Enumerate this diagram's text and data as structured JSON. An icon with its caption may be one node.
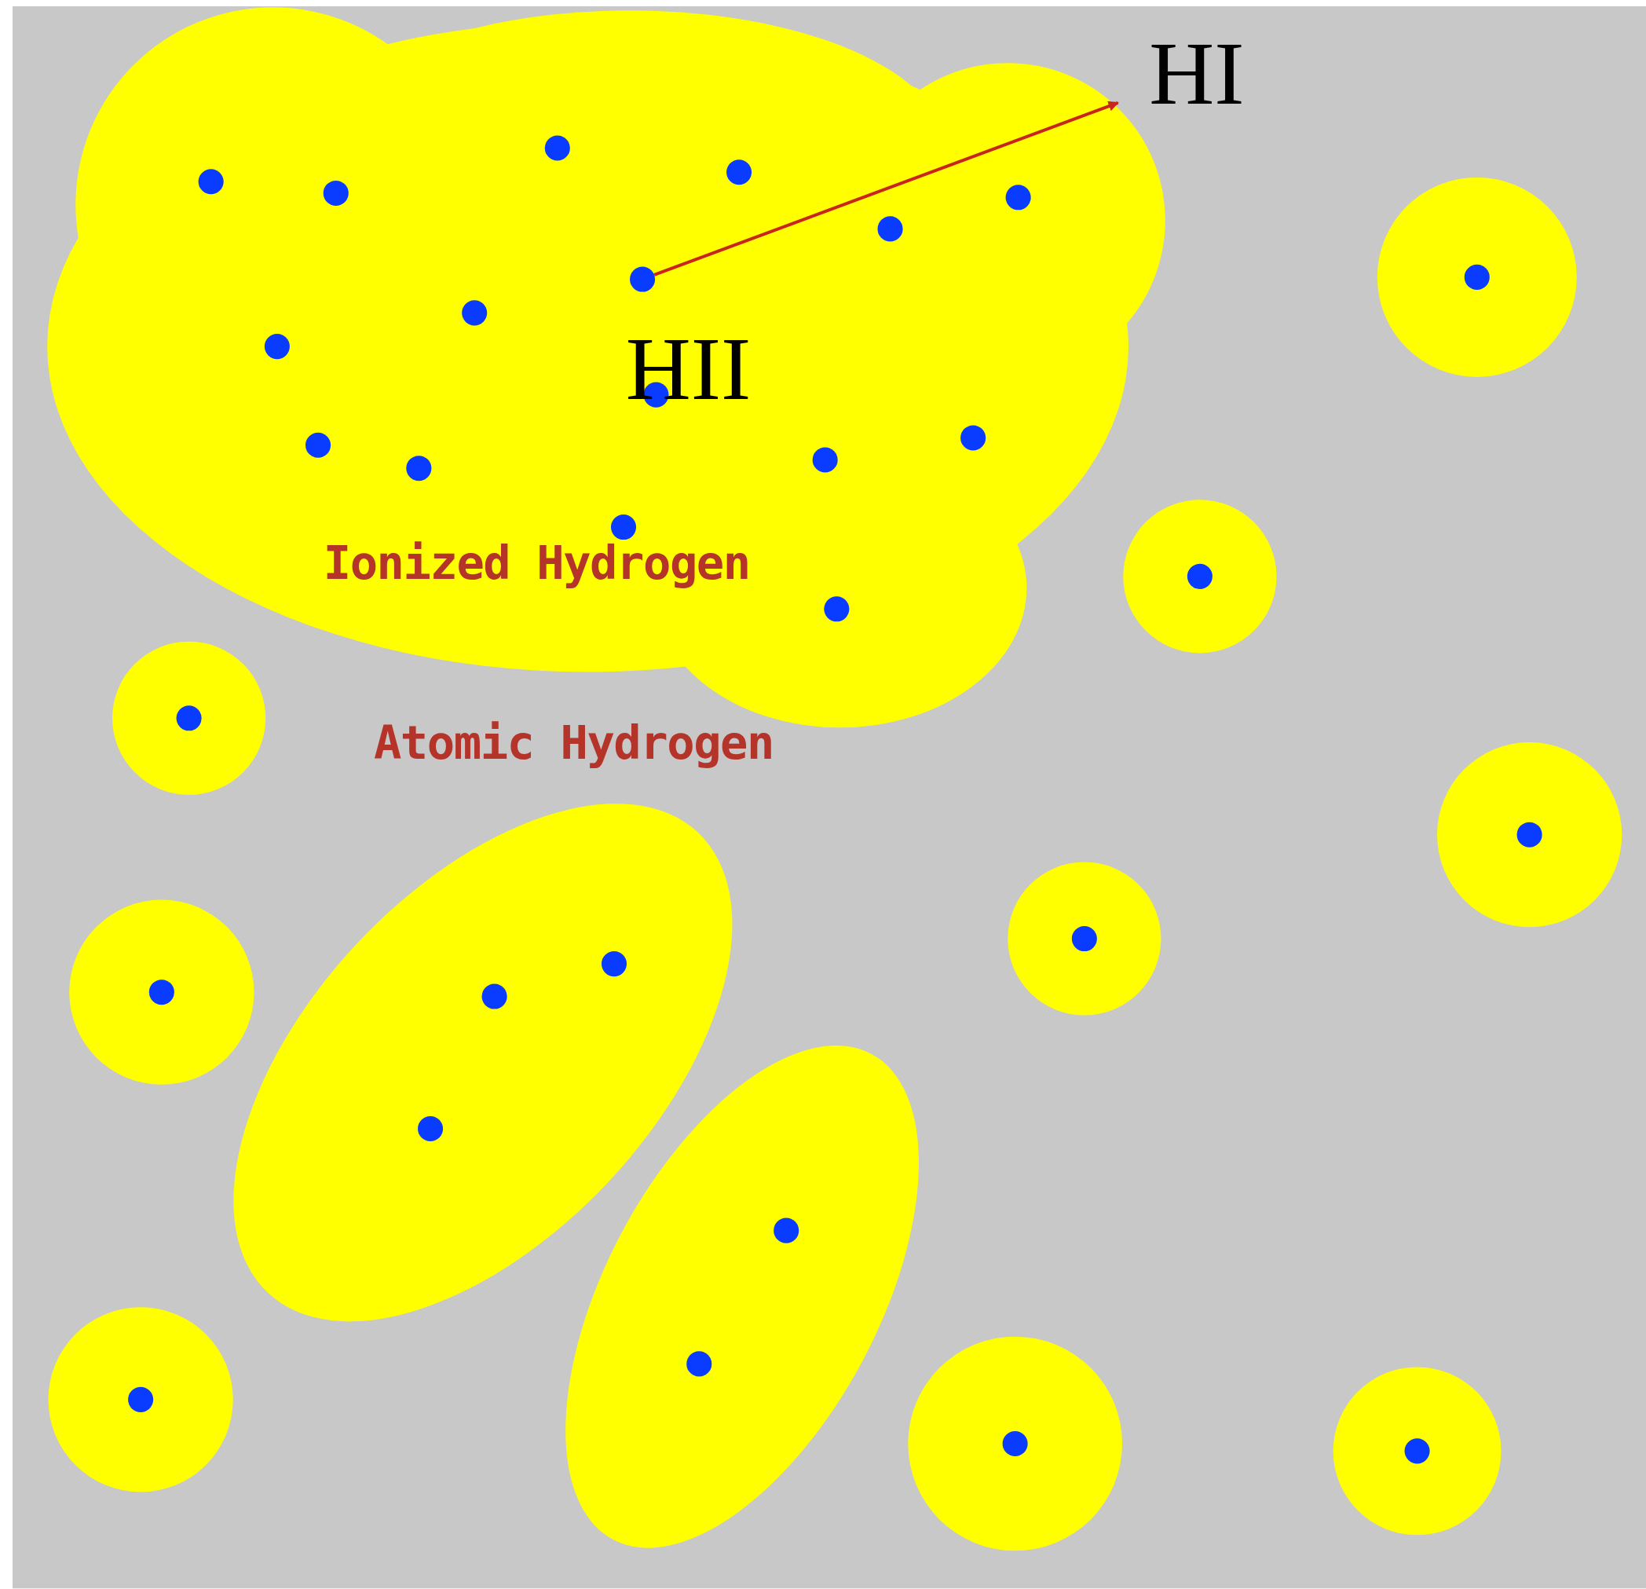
{
  "diagram": {
    "nodes": [
      {
        "text": [
          "HI"
        ]
      },
      {
        "text": [],
        "shape": "circle"
      }
    ],
    "edges": [
      {
        "from": 1,
        "to": 0,
        "arrow": "to",
        "color": "#c8261a"
      }
    ],
    "labels": [
      "HII",
      "Ionized Hydrogen",
      "Atomic Hydrogen"
    ]
  }
}
